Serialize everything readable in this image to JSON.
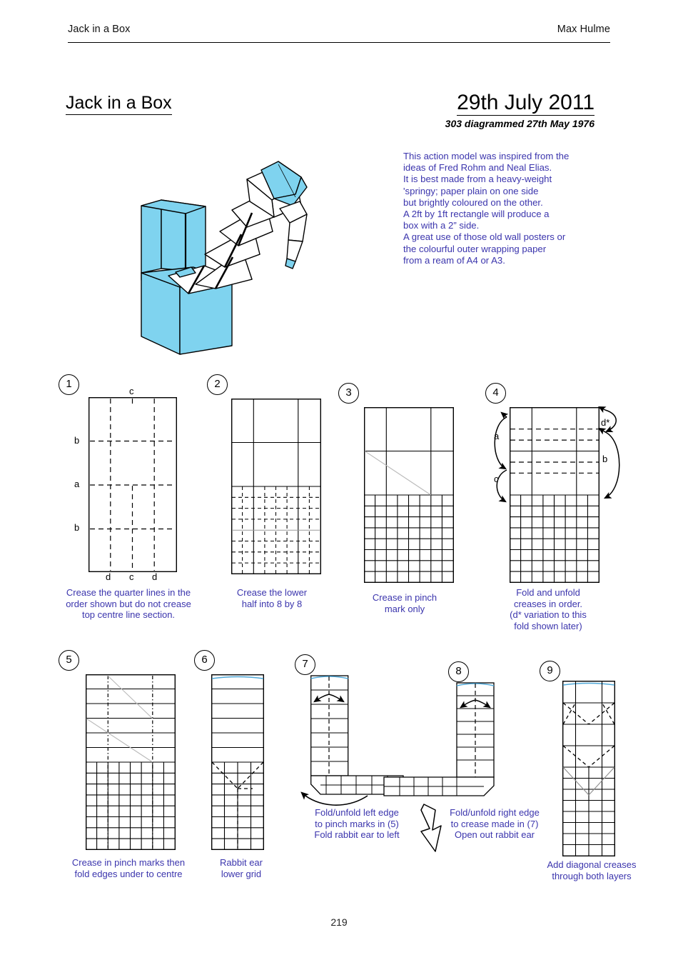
{
  "header": {
    "left": "Jack in a Box",
    "right": "Max Hulme"
  },
  "title": "Jack in a Box",
  "date": "29th July 2011",
  "subdate": "303 diagrammed 27th May 1976",
  "description": "This action model was inspired from the\nideas of Fred Rohm and Neal Elias.\nIt  is best made from a heavy-weight\n'springy;  paper plain on one side\nbut brightly coloured on the other.\nA 2ft by 1ft rectangle will produce a\nbox with a 2” side.\nA great use of those old wall posters or\n the colourful outer wrapping paper\n from a ream of A4 or A3.",
  "colors": {
    "paper_cyan": "#7fd3ef",
    "caption_blue": "#3b35ad",
    "line_black": "#000000"
  },
  "page_number": "219",
  "steps": [
    {
      "number": "1",
      "caption": "Crease the quarter lines in the\norder shown but do not crease\ntop centre line section.",
      "labels": {
        "top": "c",
        "left": [
          "b",
          "a",
          "b"
        ],
        "bottom": [
          "d",
          "c",
          "d"
        ]
      }
    },
    {
      "number": "2",
      "caption": "Crease the lower\nhalf into 8 by 8",
      "labels": {}
    },
    {
      "number": "3",
      "caption": "Crease in pinch\nmark only",
      "labels": {}
    },
    {
      "number": "4",
      "caption": "Fold and unfold\ncreases in order.\n(d* variation to this\nfold shown later)",
      "labels": {
        "left": [
          "a",
          "c"
        ],
        "right": [
          "d*",
          "b"
        ]
      }
    },
    {
      "number": "5",
      "caption": "Crease in pinch marks then\nfold edges under to centre",
      "labels": {}
    },
    {
      "number": "6",
      "caption": "Rabbit ear\nlower grid",
      "labels": {}
    },
    {
      "number": "7",
      "caption": "Fold/unfold  left edge\nto pinch marks in (5)\nFold rabbit ear to left",
      "labels": {}
    },
    {
      "number": "8",
      "caption": "Fold/unfold right edge\nto crease made in (7)\nOpen out rabbit ear",
      "labels": {}
    },
    {
      "number": "9",
      "caption": "Add diagonal creases\nthrough both layers",
      "labels": {}
    }
  ]
}
